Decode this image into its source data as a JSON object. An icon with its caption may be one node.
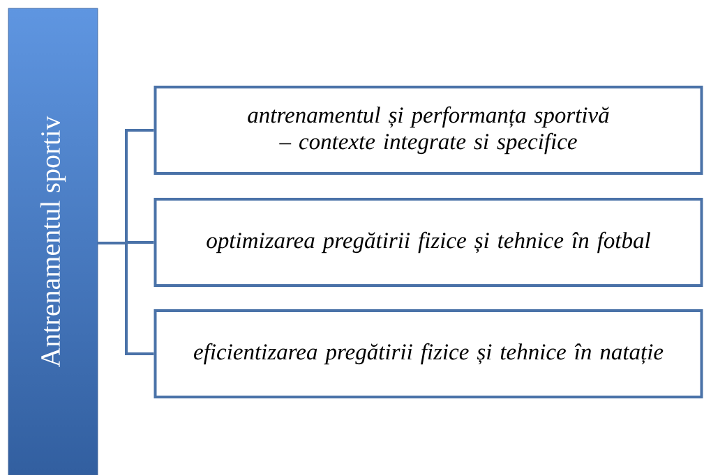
{
  "diagram": {
    "nodes": [
      {
        "text": [
          "Antrenamentul sportiv"
        ]
      },
      {
        "text": [
          "antrenamentul și performanța sportivă – contexte integrate si specifice"
        ]
      },
      {
        "text": [
          "optimizarea pregătirii fizice și tehnice în fotbal"
        ]
      },
      {
        "text": [
          "eficientizarea pregătirii fizice și tehnice în natație"
        ]
      }
    ],
    "edges": [
      {
        "from": 0,
        "to": 1,
        "arrow": "none"
      },
      {
        "from": 0,
        "to": 2,
        "arrow": "none"
      },
      {
        "from": 0,
        "to": 3,
        "arrow": "none"
      }
    ]
  }
}
